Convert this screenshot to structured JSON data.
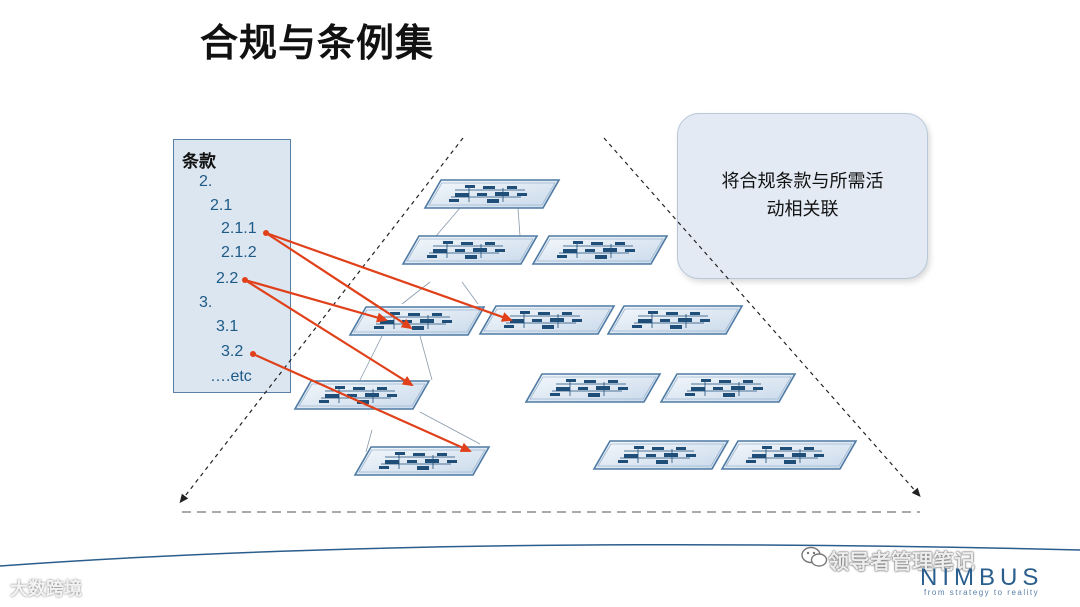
{
  "slide": {
    "title": "合规与条例集"
  },
  "clauses": {
    "heading": "条款",
    "items": [
      "2.",
      "2.1",
      "2.1.1",
      "2.1.2",
      "2.2",
      "3.",
      "3.1",
      "3.2",
      "….etc"
    ]
  },
  "callout": {
    "line1": "将合规条款与所需活",
    "line2": "动相关联"
  },
  "footer": {
    "wechat_label": "领导者管理笔记",
    "logo": "NIMBUS",
    "tagline": "from strategy to reality",
    "watermark": "大数跨境"
  },
  "colors": {
    "arrow": "#e0401a",
    "clause_text": "#1d5a86",
    "box_fill": "#dbe6f1",
    "tile_border": "#4f7aa3"
  }
}
